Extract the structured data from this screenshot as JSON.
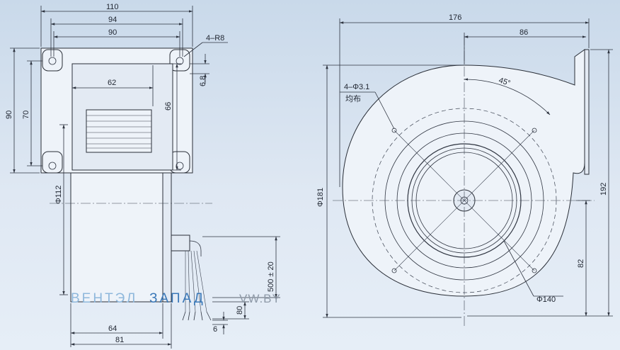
{
  "side_view": {
    "dim_110": "110",
    "dim_94": "94",
    "dim_90_top": "90",
    "dim_r8": "4–R8",
    "dim_6_8": "6.8",
    "dim_62": "62",
    "dim_66": "66",
    "dim_90_left": "90",
    "dim_70": "70",
    "dim_phi112": "Φ112",
    "dim_500": "500 ± 20",
    "dim_80": "80",
    "dim_6": "6",
    "dim_64": "64",
    "dim_81": "81"
  },
  "front_view": {
    "dim_176": "176",
    "dim_86": "86",
    "dim_45": "45°",
    "hole_label": "4–Φ3.1",
    "hole_note": "均布",
    "dim_phi181": "Φ181",
    "dim_192": "192",
    "dim_82": "82",
    "dim_phi140": "Φ140"
  },
  "watermark": {
    "brand_part1": "ВЕНТЭЛ",
    "brand_part2": "ЗАПАД",
    "domain": "VW.BY",
    "color1": "#8fb8dc",
    "color2": "#3a78b8",
    "color3": "#8f9aa8"
  }
}
